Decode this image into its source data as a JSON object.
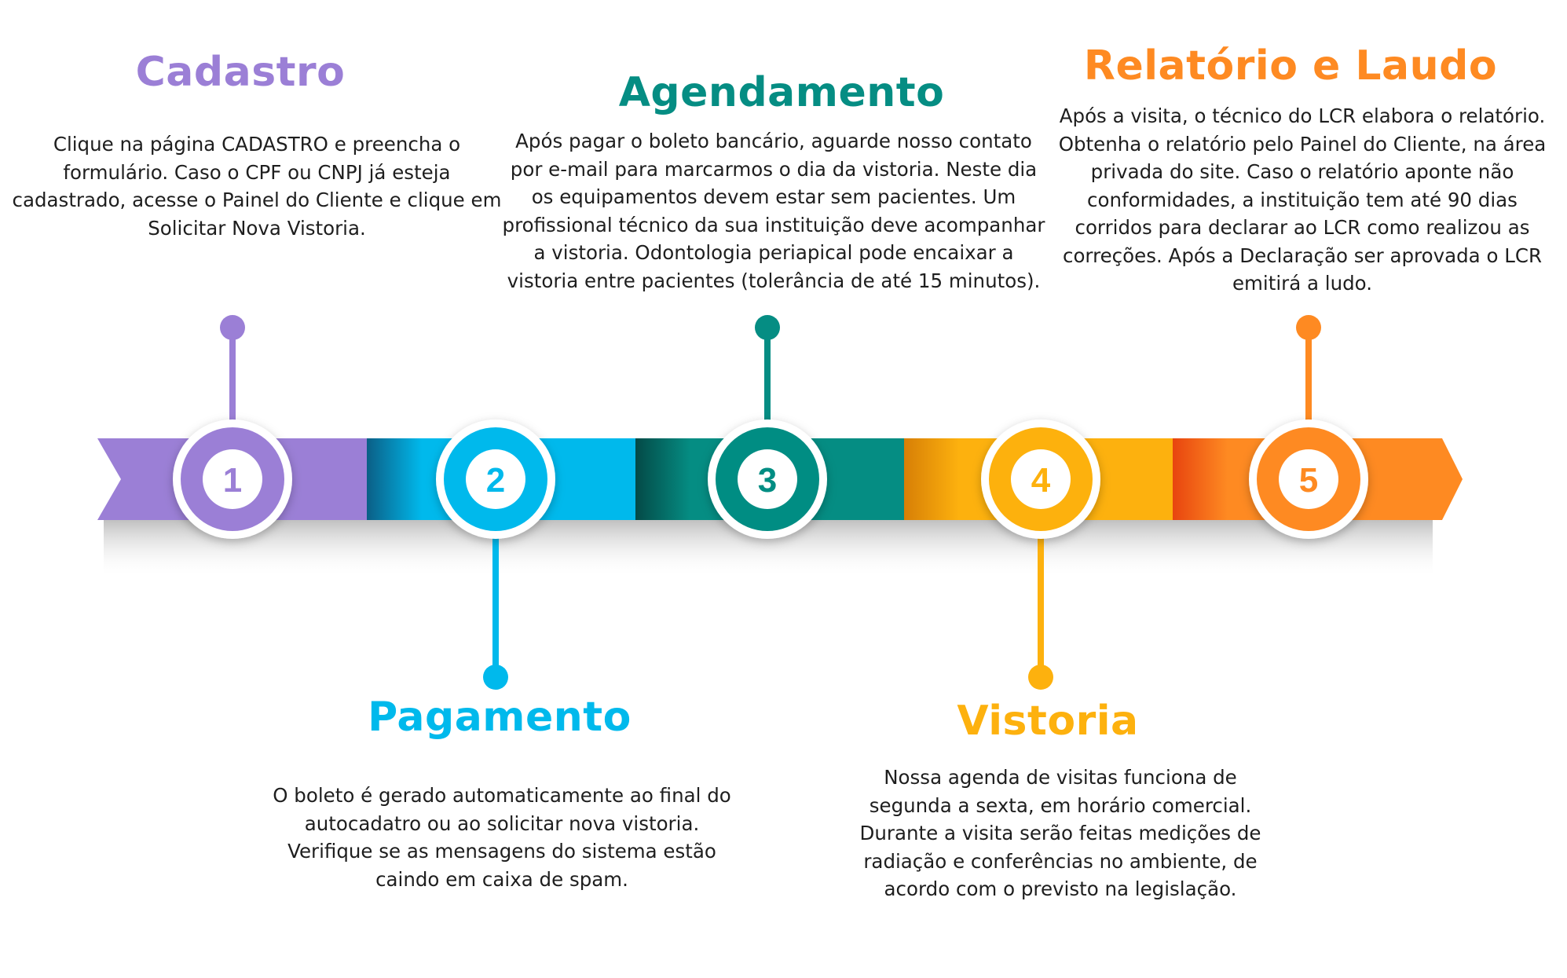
{
  "colors": {
    "purple": "#9B7FD6",
    "blue": "#00B9EC",
    "teal": "#058D83",
    "yellow": "#FDB10E",
    "orange": "#FE8A22"
  },
  "steps": [
    {
      "number": "1",
      "title": "Cadastro",
      "lines": [
        "Clique na página CADASTRO e preencha o",
        "formulário.  Caso o CPF ou CNPJ já esteja",
        "cadastrado, acesse o Painel do Cliente e clique em",
        "Solicitar Nova Vistoria."
      ]
    },
    {
      "number": "2",
      "title": "Pagamento",
      "lines": [
        "O boleto é gerado automaticamente ao final do",
        "autocadatro ou ao solicitar nova vistoria.",
        "Verifique se as mensagens do sistema estão",
        "caindo em caixa de spam."
      ]
    },
    {
      "number": "3",
      "title": "Agendamento",
      "lines": [
        "Após pagar o boleto bancário, aguarde nosso contato",
        "por e-mail para marcarmos o dia da vistoria.  Neste dia",
        "os equipamentos devem estar sem pacientes. Um",
        "profissional técnico da sua instituição deve acompanhar",
        "a vistoria. Odontologia periapical pode encaixar a",
        "vistoria entre pacientes (tolerância de até 15 minutos)."
      ]
    },
    {
      "number": "4",
      "title": "Vistoria",
      "lines": [
        "Nossa agenda de visitas funciona de",
        "segunda a sexta, em horário comercial.",
        "Durante a visita serão feitas medições de",
        "radiação e conferências no ambiente, de",
        "acordo com o previsto na legislação."
      ]
    },
    {
      "number": "5",
      "title": "Relatório e Laudo",
      "lines": [
        "Após a visita, o técnico do LCR elabora o relatório.",
        "Obtenha o relatório pelo Painel do Cliente, na área",
        "privada do site.  Caso o relatório aponte não",
        "conformidades, a instituição tem até 90 dias",
        "corridos para declarar ao LCR como realizou as",
        "correções.  Após a Declaração ser aprovada o LCR",
        "emitirá a ludo."
      ]
    }
  ]
}
